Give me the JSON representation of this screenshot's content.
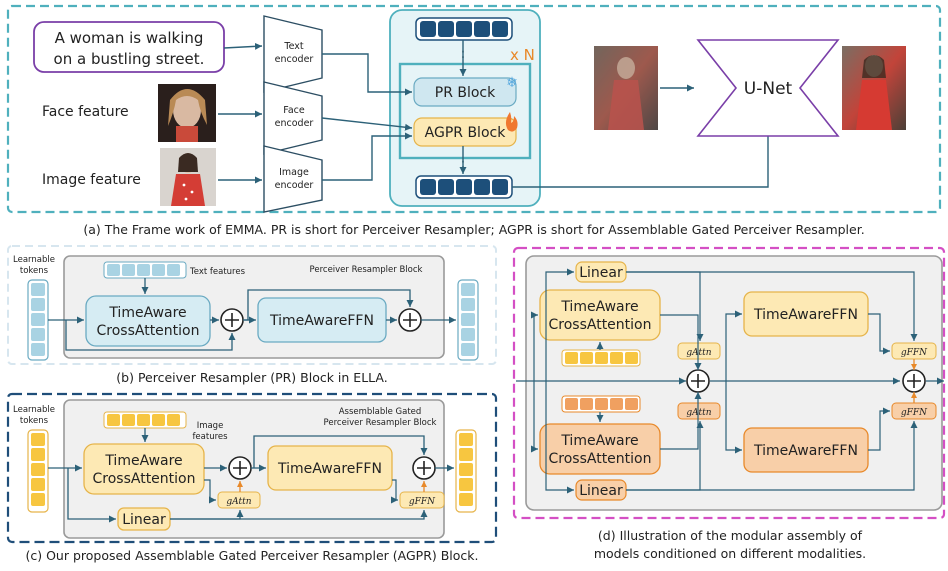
{
  "panel_a": {
    "prompt_line1": "A woman is walking",
    "prompt_line2": "on a bustling street.",
    "face_feature_label": "Face feature",
    "image_feature_label": "Image feature",
    "text_encoder_line1": "Text",
    "text_encoder_line2": "encoder",
    "face_encoder_line1": "Face",
    "face_encoder_line2": "encoder",
    "image_encoder_line1": "Image",
    "image_encoder_line2": "encoder",
    "repeat_label": "x N",
    "pr_block": "PR Block",
    "agpr_block": "AGPR Block",
    "unet": "U-Net",
    "dots": ":",
    "caption": "(a) The Frame work of EMMA. PR is short for Perceiver Resampler; AGPR is short for Assemblable Gated Perceiver Resampler."
  },
  "panel_b": {
    "learnable_tokens_line1": "Learnable",
    "learnable_tokens_line2": "tokens",
    "text_features": "Text features",
    "block_title": "Perceiver Resampler Block",
    "cross_attn_line1": "TimeAware",
    "cross_attn_line2": "CrossAttention",
    "ffn": "TimeAwareFFN",
    "caption": "(b) Perceiver Resampler (PR) Block in ELLA."
  },
  "panel_c": {
    "learnable_tokens_line1": "Learnable",
    "learnable_tokens_line2": "tokens",
    "image_features_line1": "Image",
    "image_features_line2": "features",
    "block_title_line1": "Assemblable Gated",
    "block_title_line2": "Perceiver Resampler Block",
    "cross_attn_line1": "TimeAware",
    "cross_attn_line2": "CrossAttention",
    "ffn": "TimeAwareFFN",
    "linear": "Linear",
    "gate_attn": "gAttn",
    "gate_ffn": "gFFN",
    "caption": "(c) Our proposed Assemblable Gated Perceiver Resampler (AGPR) Block."
  },
  "panel_d": {
    "linear_top": "Linear",
    "linear_bottom": "Linear",
    "cross_attn_line1": "TimeAware",
    "cross_attn_line2": "CrossAttention",
    "ffn": "TimeAwareFFN",
    "gate_attn": "gAttn",
    "gate_ffn": "gFFN",
    "caption_line1": "(d) Illustration of the modular assembly of",
    "caption_line2": "models conditioned on different modalities."
  },
  "colors": {
    "teal": "#3fa7b5",
    "navy": "#1f4e79",
    "magenta": "#d44fc4",
    "blue_block": "#d6ecf3",
    "yellow_block": "#fde9b4",
    "orange_block": "#f8cfa8",
    "token_navy": "#1d4f7a",
    "token_blue": "#a9d3e3",
    "token_yellow": "#f7c640",
    "token_orange": "#f0a060"
  }
}
